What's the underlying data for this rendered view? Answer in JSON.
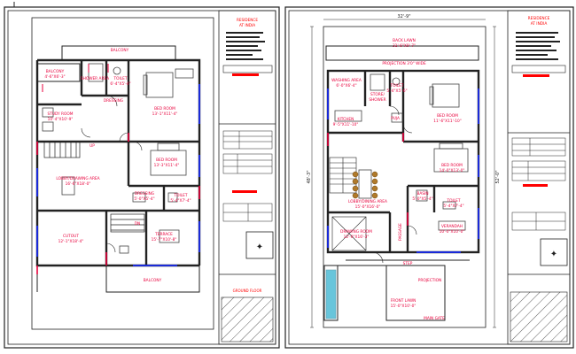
{
  "left_sheet": {
    "title_block": {
      "title_line1": "RESIDENCE",
      "title_line2": "AT INDIA",
      "drawing_label": "GROUND FLOOR"
    },
    "rooms": {
      "balcony_top": "BALCONY",
      "balcony_left": "BALCONY",
      "balcony_left_dim": "4'-6\"X6'-3\"",
      "shower_area": "SHOWER AREA",
      "toilet": "TOILET",
      "toilet_dim": "6'-4\"X5'-4\"",
      "dressing": "DRESSING",
      "bed_room_1": "BED ROOM",
      "bed_room_1_dim": "13'-1\"X11'-4\"",
      "study_room": "STUDY ROOM",
      "study_room_dim": "10'-4\"X10'-9\"",
      "up": "UP",
      "bed_room_2": "BED ROOM",
      "bed_room_2_dim": "13'-3\"X11'-4\"",
      "lobby": "LOBBY/DRAWING AREA",
      "lobby_dim": "16'-6\"X18'-0\"",
      "dressing_2": "DRESSING",
      "dressing_2_dim": "5'-0\"X5'-4\"",
      "toilet_2": "TOILET",
      "toilet_2_dim": "5'-4\"X7'-4\"",
      "dn": "DN",
      "terrace": "TERRACE",
      "terrace_dim": "15'-7\"X10'-8\"",
      "cutout": "CUTOUT",
      "cutout_dim": "12'-1\"X18'-4\"",
      "balcony_bottom": "BALCONY"
    }
  },
  "right_sheet": {
    "top_dim": "32'-9\"",
    "title_block": {
      "title_line1": "RESIDENCE",
      "title_line2": "AT INDIA"
    },
    "rooms": {
      "back_lawn": "BACK LAWN",
      "back_lawn_dim": "31'-6\"X9'-7\"",
      "projection_top": "PROJECTION 3'0\" WIDE",
      "washing_area": "WASHING AREA",
      "washing_area_dim": "6'-0\"X6'-4\"",
      "store": "STORE/",
      "store_2": "SHOWER",
      "toilet": "TOILET",
      "toilet_dim": "5'-4\"X5'-6\"",
      "bed_room_1": "BED ROOM",
      "bed_room_1_dim": "11'-6\"X11'-10\"",
      "kitchen": "KITCHEN",
      "kitchen_dim": "9'-5\"X11'-10\"",
      "puja": "PUJA",
      "bed_room_2": "BED ROOM",
      "bed_room_2_dim": "14'-0\"X13'-0\"",
      "lobby": "LOBBY/DINING AREA",
      "lobby_dim": "15'-0\"X16'-0\"",
      "basin": "BASIN",
      "basin_dim": "5'-0\"X5'-4\"",
      "toilet_2": "TOILET",
      "toilet_2_dim": "5'-4\"X7'-4\"",
      "drawing_room": "DRAWING ROOM",
      "drawing_room_dim": "12'-0\"X16'-3\"",
      "passage": "PASSAGE",
      "verandah": "VERANDAH",
      "verandah_dim": "10'-0\"X10'-0\"",
      "step": "STEP",
      "projection_bottom": "PROJECTION",
      "front_lawn": "FRONT LAWN",
      "front_lawn_dim": "15'-0\"X10'-0\"",
      "main_gate": "MAIN GATE"
    },
    "side_dims": {
      "left_outer": "48'-3\"",
      "right_outer": "52'-0\""
    }
  },
  "colors": {
    "wall": "#222222",
    "label_red": "#e8003c",
    "label_blue": "#1a2ad8",
    "furniture": "#444444",
    "title_red": "#ff0000",
    "cyan": "#19a7c9"
  }
}
